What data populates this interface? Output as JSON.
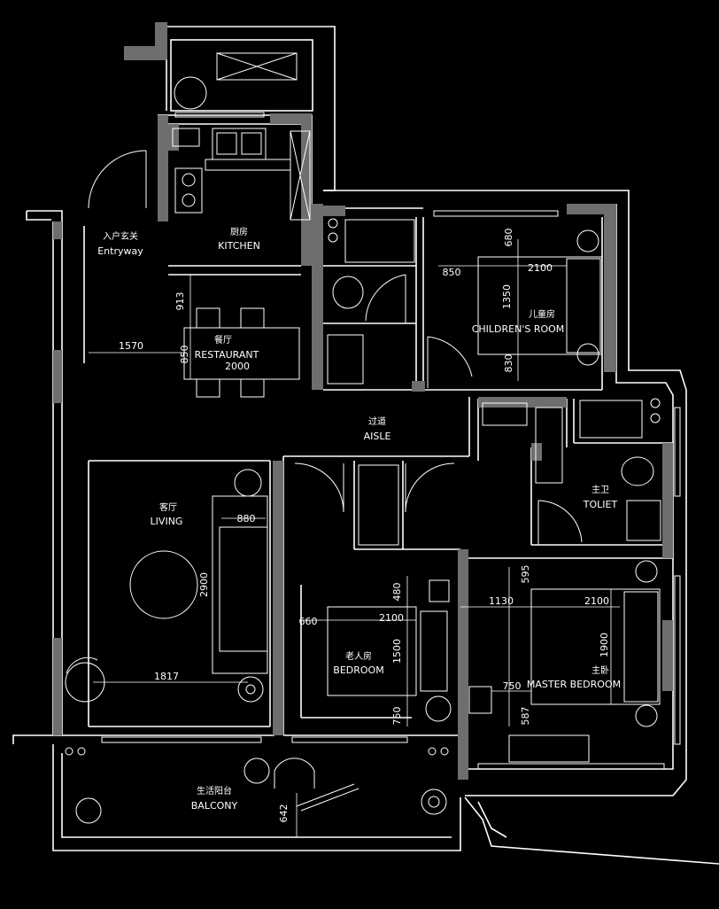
{
  "colors": {
    "background": "#000000",
    "line": "#ffffff",
    "wall_fill": "#6e6e6e"
  },
  "rooms": {
    "entryway": {
      "cn": "入户玄关",
      "en": "Entryway"
    },
    "kitchen": {
      "cn": "厨房",
      "en": "KITCHEN"
    },
    "restaurant": {
      "cn": "餐厅",
      "en": "RESTAURANT"
    },
    "childrens_room": {
      "cn": "儿童房",
      "en": "CHILDREN'S ROOM"
    },
    "aisle": {
      "cn": "过道",
      "en": "AISLE"
    },
    "living": {
      "cn": "客厅",
      "en": "LIVING"
    },
    "toilet": {
      "cn": "主卫",
      "en": "TOLIET"
    },
    "bedroom": {
      "cn": "老人房",
      "en": "BEDROOM"
    },
    "master_bedroom": {
      "cn": "主卧",
      "en": "MASTER BEDROOM"
    },
    "balcony": {
      "cn": "生活阳台",
      "en": "BALCONY"
    }
  },
  "dimensions": {
    "restaurant_913": "913",
    "restaurant_1570": "1570",
    "restaurant_850": "850",
    "restaurant_2000": "2000",
    "children_680": "680",
    "children_850": "850",
    "children_2100": "2100",
    "children_1350": "1350",
    "children_830": "830",
    "living_880": "880",
    "living_2900": "2900",
    "living_1817": "1817",
    "bedroom_480": "480",
    "bedroom_660": "660",
    "bedroom_2100": "2100",
    "bedroom_1500": "1500",
    "bedroom_750": "750",
    "master_595": "595",
    "master_1130": "1130",
    "master_2100": "2100",
    "master_1900": "1900",
    "master_750": "750",
    "master_587": "587",
    "balcony_642": "642"
  }
}
